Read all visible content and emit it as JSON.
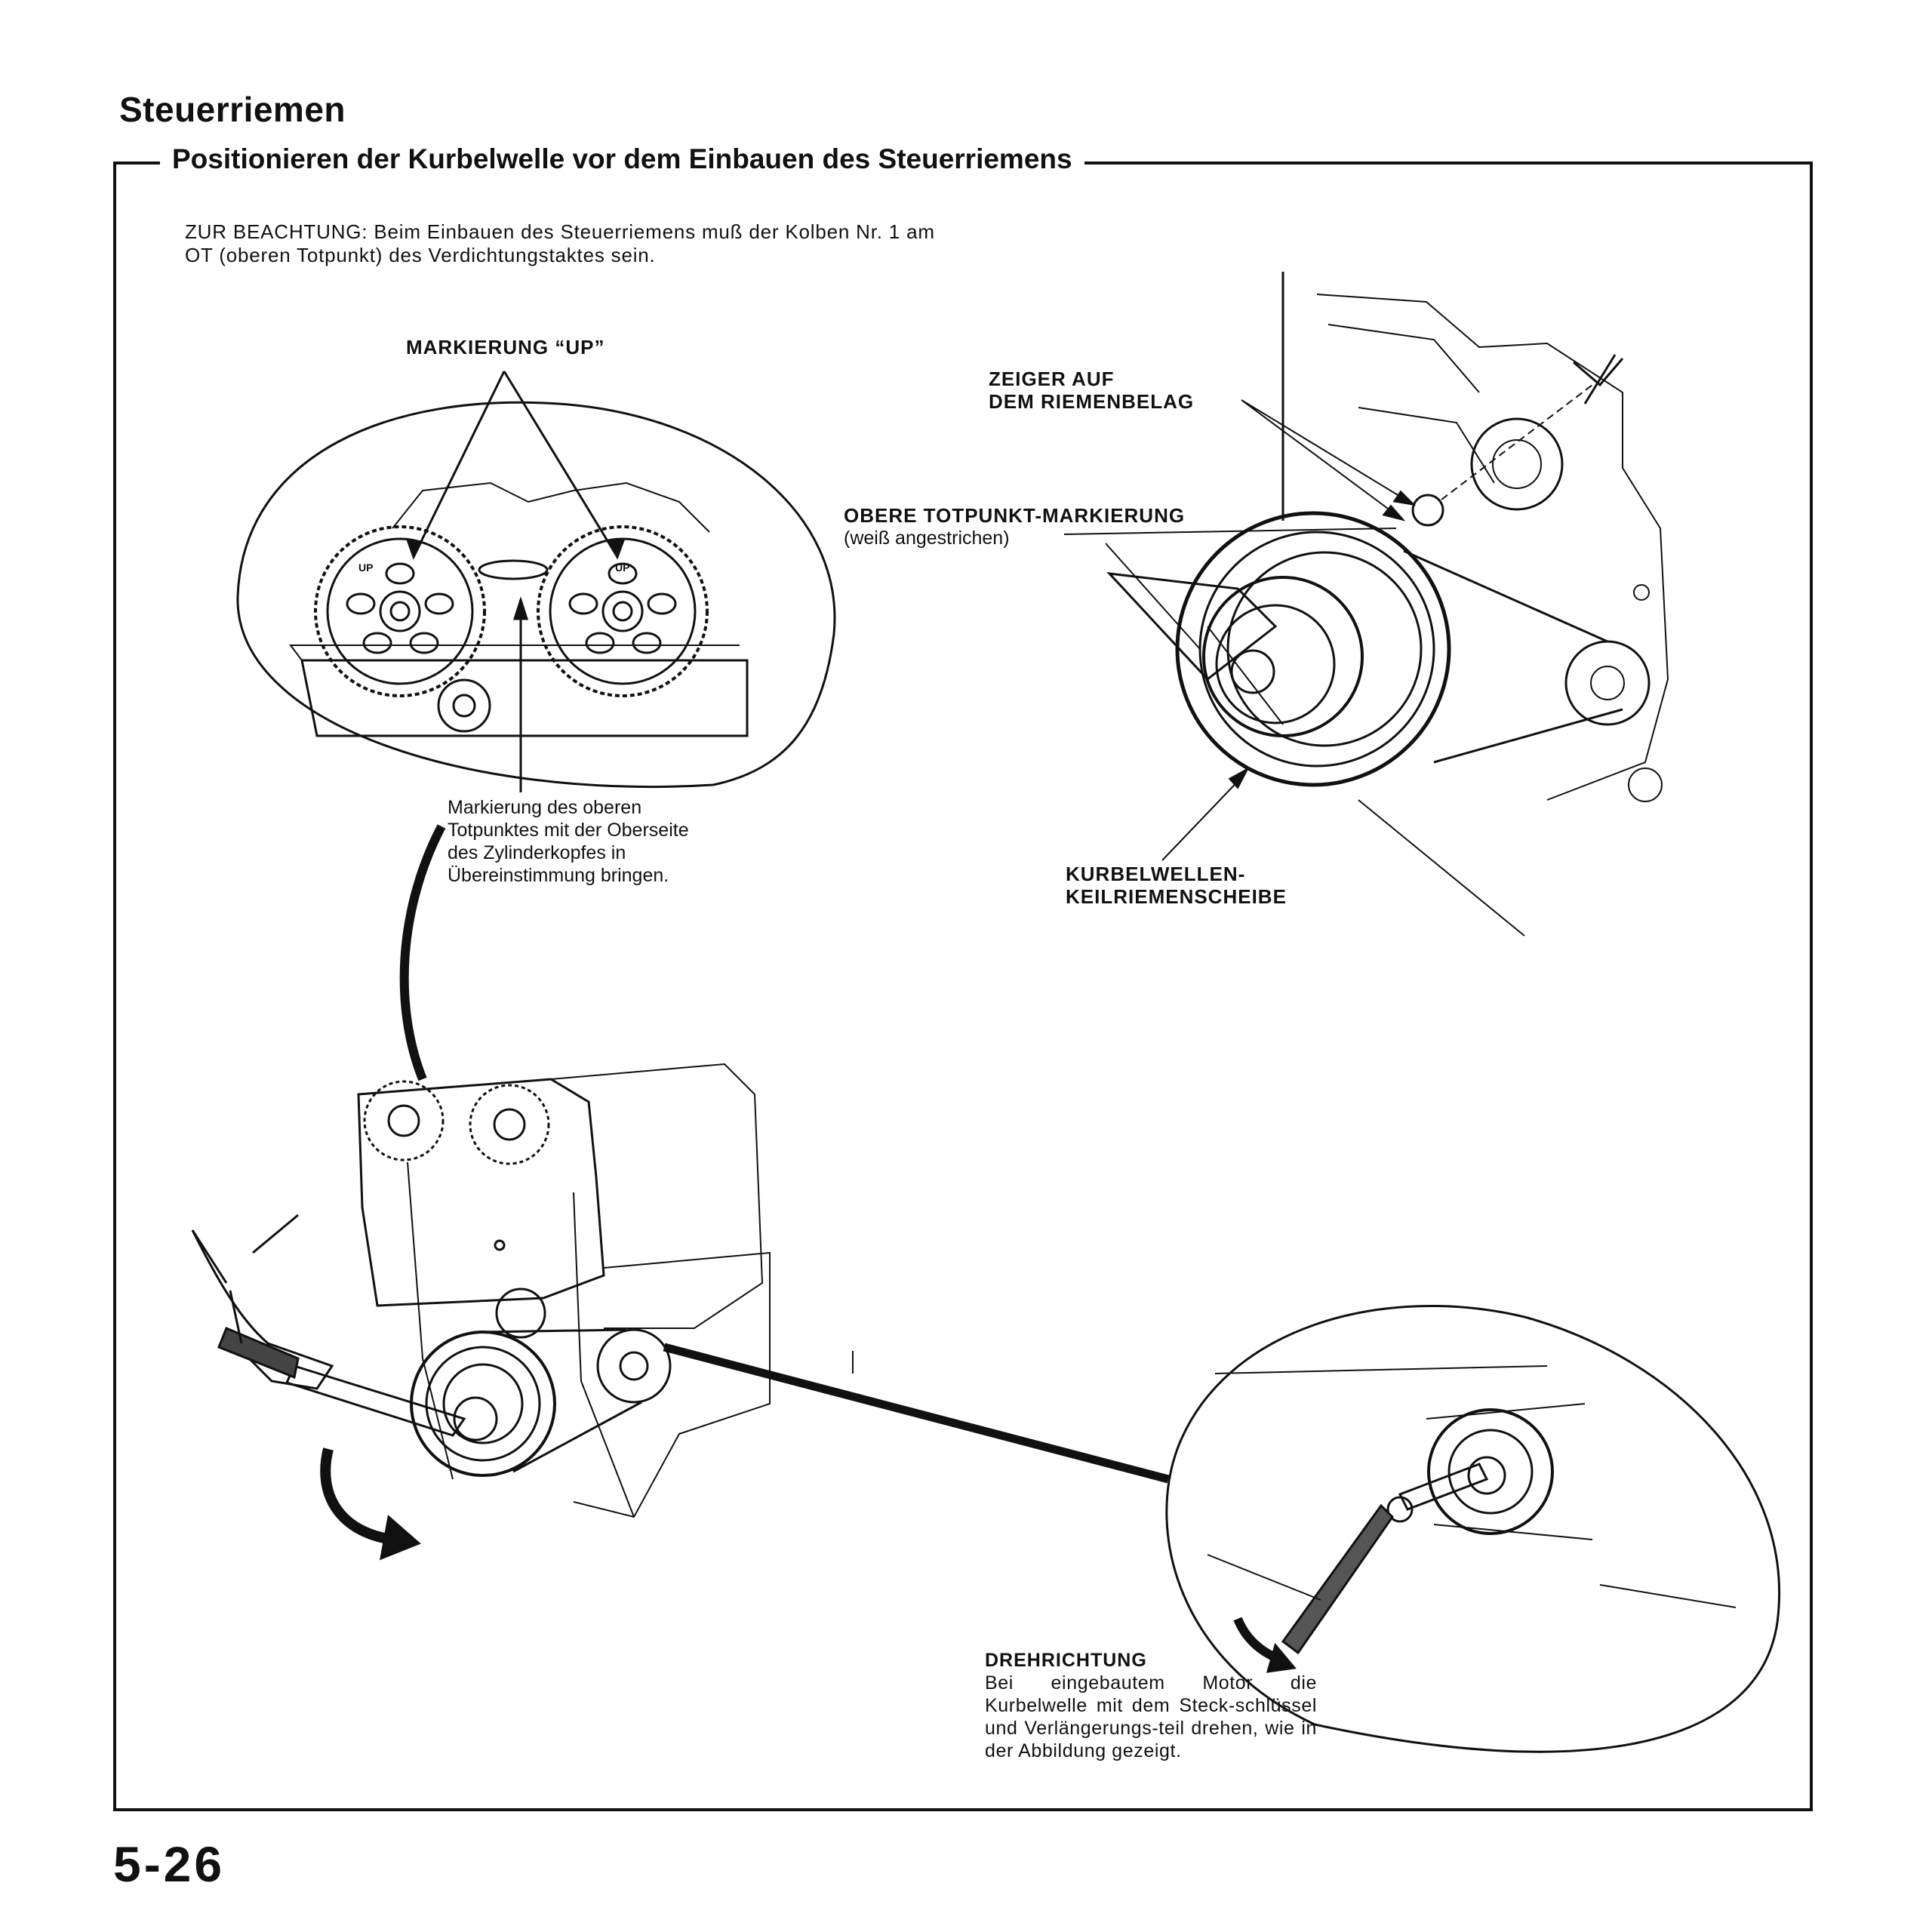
{
  "header": {
    "title": "Steuerriemen",
    "section": "Positionieren der Kurbelwelle vor dem Einbauen des Steuerriemens"
  },
  "note": "ZUR BEACHTUNG: Beim Einbauen des Steuerriemens muß der Kolben Nr. 1 am OT (oberen Totpunkt) des Verdichtungstaktes sein.",
  "labels": {
    "markierung_up": "MARKIERUNG “UP”",
    "cam_up_mark": "UP",
    "zeiger_line1": "ZEIGER AUF",
    "zeiger_line2": "DEM RIEMENBELAG",
    "obere_totpunkt": "OBERE TOTPUNKT-MARKIERUNG",
    "obere_totpunkt_sub": "(weiß angestrichen)",
    "kurbelwellen_line1": "KURBELWELLEN-",
    "kurbelwellen_line2": "KEILRIEMENSCHEIBE"
  },
  "captions": {
    "tdc_line1": "Markierung des oberen",
    "tdc_line2": "Totpunktes mit der Oberseite",
    "tdc_line3": "des Zylinderkopfes in",
    "tdc_line4": "Übereinstimmung bringen.",
    "drehrichtung_title": "DREHRICHTUNG",
    "drehrichtung_body": "Bei eingebautem Motor die Kurbelwelle mit dem Steck-schlüssel und Verlängerungs-teil drehen, wie in der Abbildung gezeigt."
  },
  "footer": {
    "page_number": "5-26"
  }
}
